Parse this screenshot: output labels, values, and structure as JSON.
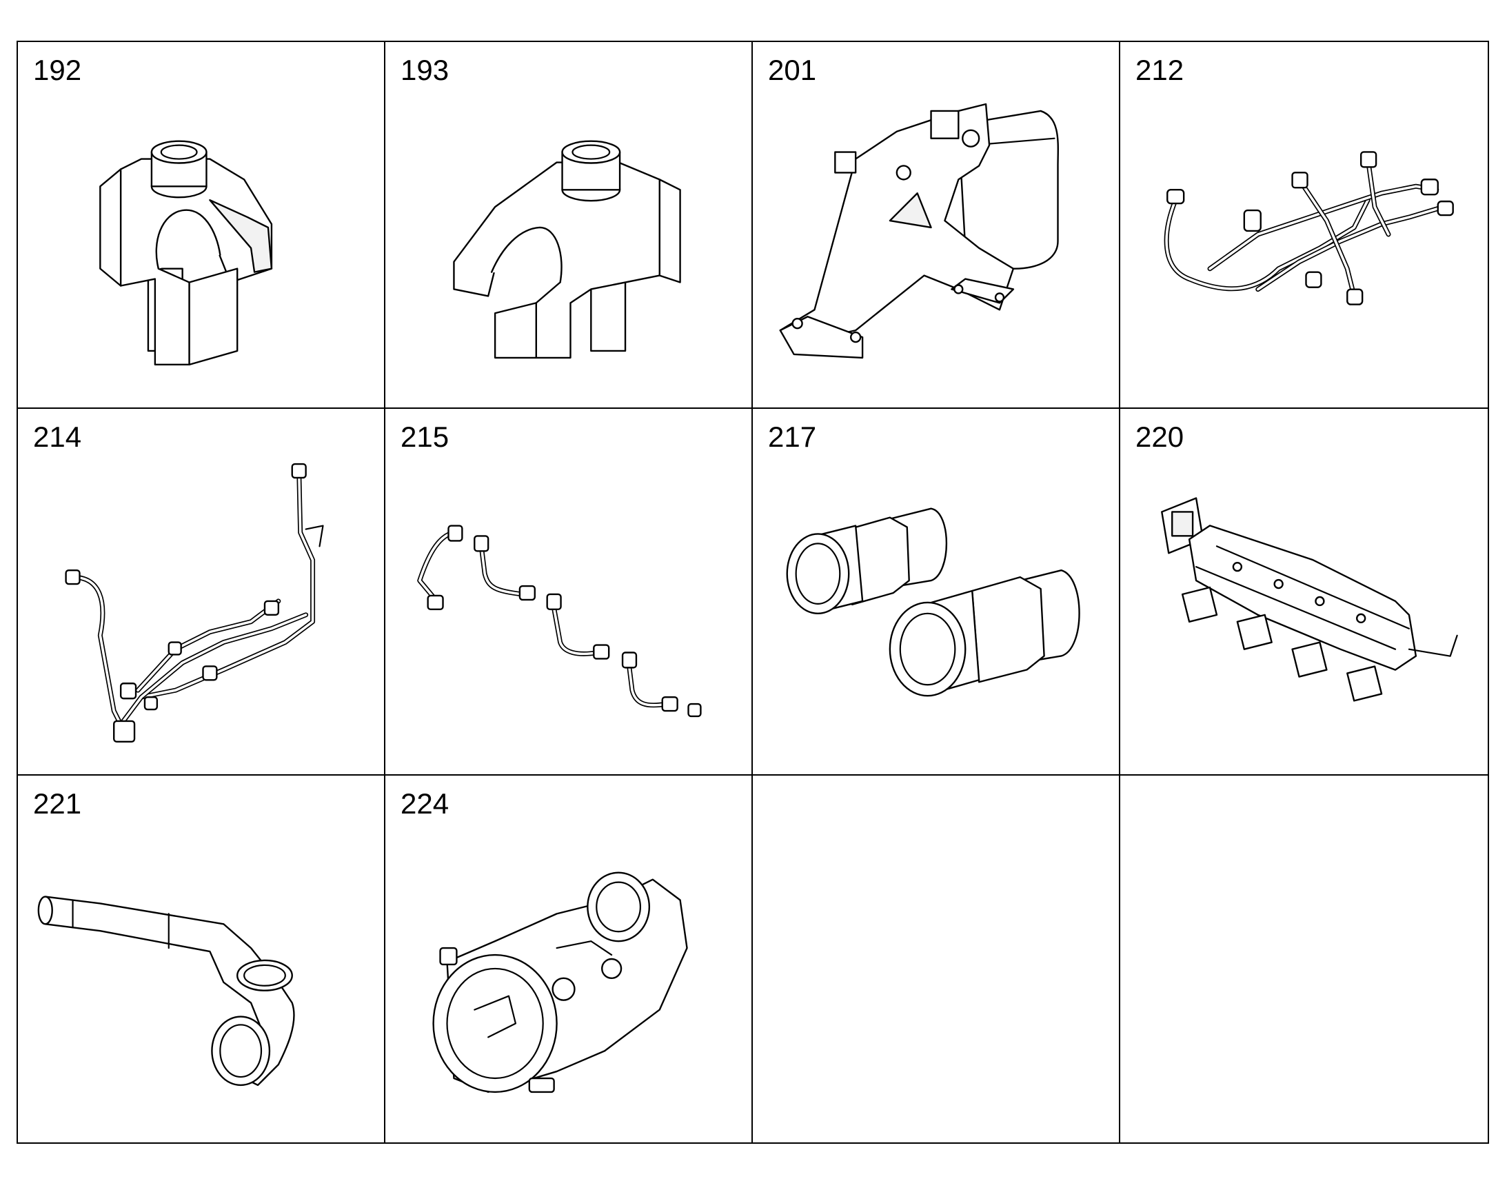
{
  "cells": [
    {
      "number": "192",
      "part": "shift-fork-icon"
    },
    {
      "number": "193",
      "part": "shift-fork-icon"
    },
    {
      "number": "201",
      "part": "fuel-filter-bracket-icon"
    },
    {
      "number": "212",
      "part": "pipe-harness-icon"
    },
    {
      "number": "214",
      "part": "pipe-harness-icon"
    },
    {
      "number": "215",
      "part": "injector-lines-icon"
    },
    {
      "number": "217",
      "part": "pipe-union-icon"
    },
    {
      "number": "220",
      "part": "intake-manifold-icon"
    },
    {
      "number": "221",
      "part": "coolant-hose-icon"
    },
    {
      "number": "224",
      "part": "throttle-body-icon"
    },
    {
      "number": "",
      "part": ""
    },
    {
      "number": "",
      "part": ""
    }
  ]
}
